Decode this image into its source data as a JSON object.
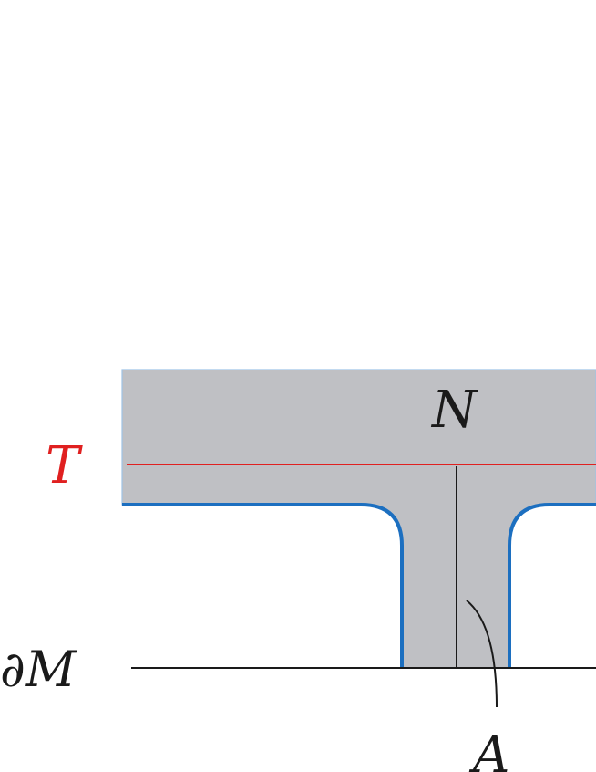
{
  "labels": {
    "N": "N",
    "T": "T",
    "dM": "∂M",
    "A": "A"
  },
  "colors": {
    "region_fill": "#bfc0c4",
    "region_edge": "#9fc3e6",
    "boundary_blue": "#1c6fc0",
    "t_line_red": "#e02020",
    "t_label_red": "#e02020",
    "ink": "#1a1a1a"
  }
}
